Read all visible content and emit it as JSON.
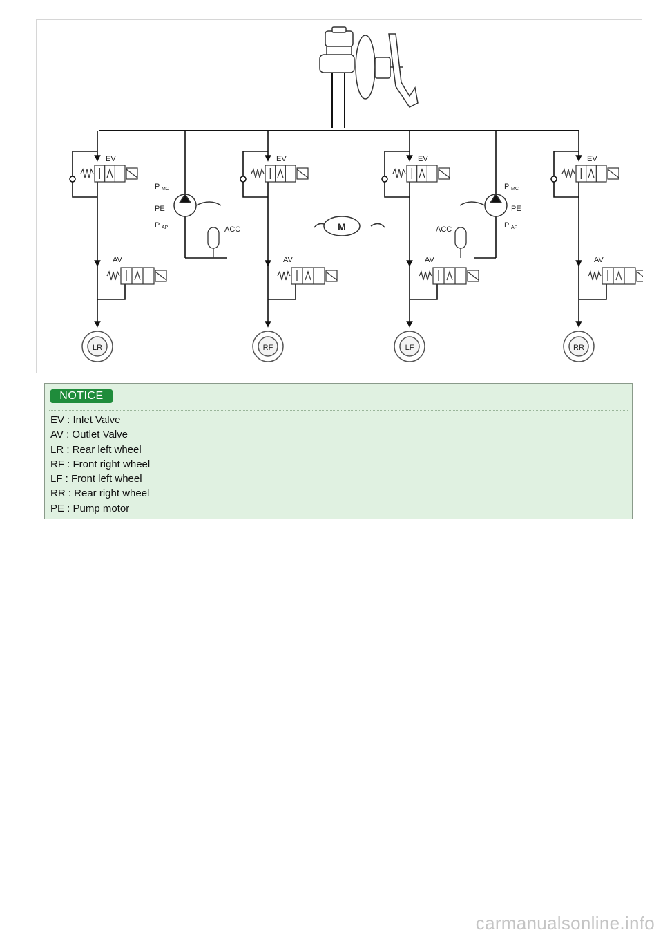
{
  "diagram": {
    "valve_labels": {
      "ev": "EV",
      "av": "AV",
      "acc": "ACC",
      "pe": "PE",
      "p": "P",
      "mc": "MC",
      "ap": "AP",
      "motor": "M"
    },
    "wheels": [
      "LR",
      "RF",
      "LF",
      "RR"
    ]
  },
  "notice": {
    "badge": "NOTICE",
    "items": [
      "EV : Inlet Valve",
      "AV : Outlet Valve",
      "LR : Rear left wheel",
      "RF : Front right wheel",
      "LF : Front left wheel",
      "RR : Rear right wheel",
      "PE : Pump motor"
    ]
  },
  "watermark": "carmanualsonline.info"
}
